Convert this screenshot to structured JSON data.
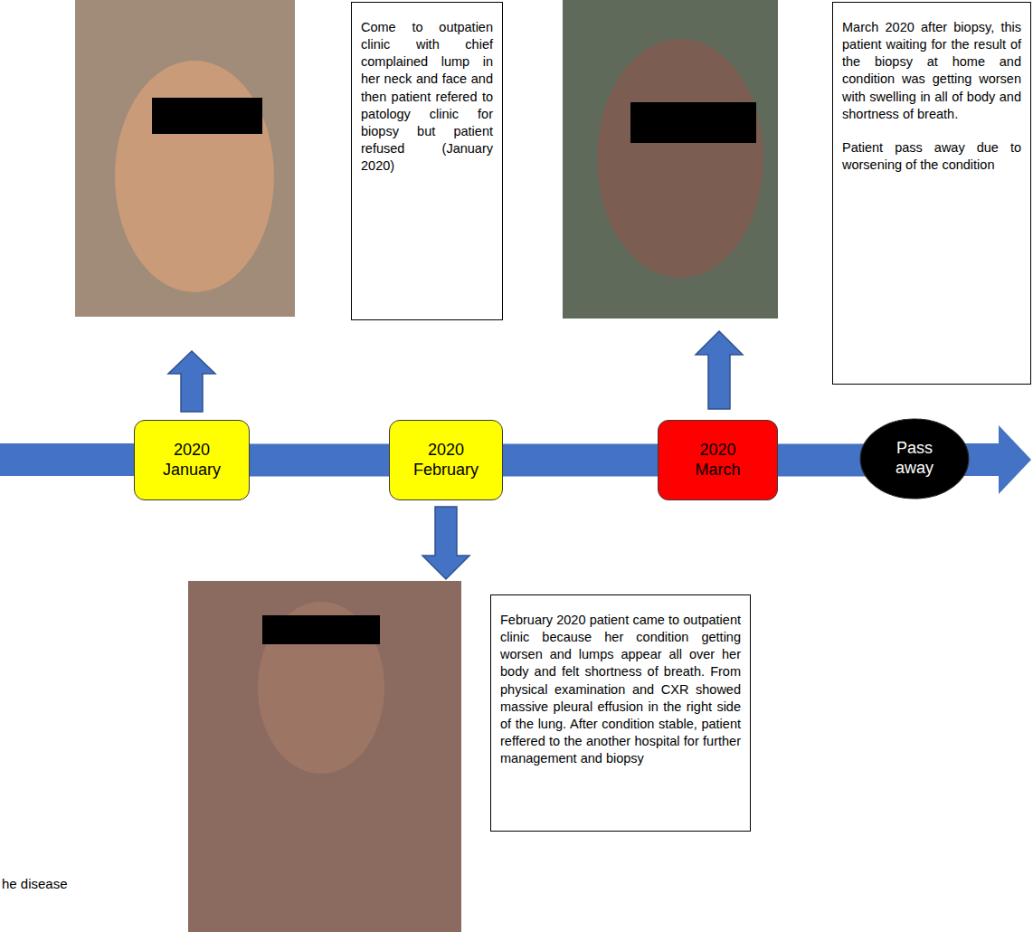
{
  "diagram": {
    "nodes": [
      {
        "text": [
          "Come to outpatien clinic with chief complained lump in her neck and face and then patient refered to patology clinic for biopsy but patient refused (January 2020)"
        ]
      },
      {
        "text": [
          "March 2020 after biopsy, this patient waiting for the result of the biopsy at home and condition was getting worsen with swelling in all of body and shortness of breath.",
          "Patient pass away due to worsening of the condition"
        ]
      },
      {
        "text": [
          "2020 January"
        ]
      },
      {
        "text": [
          "2020 February"
        ]
      },
      {
        "text": [
          "2020 March"
        ]
      },
      {
        "text": [
          "Pass away"
        ]
      },
      {
        "text": [
          "February 2020 patient came to outpatient clinic because her condition getting worsen and lumps appear all over her body and felt shortness of breath. From physical examination and CXR showed massive pleural effusion in the right side of the lung. After condition stable, patient reffered to the another hospital for further management and biopsy"
        ]
      }
    ],
    "edges": [
      {
        "from": 2,
        "to": 3,
        "arrow": "none"
      },
      {
        "from": 3,
        "to": 4,
        "arrow": "none"
      },
      {
        "from": 4,
        "to": 5,
        "arrow": "none"
      }
    ],
    "labels": [
      "he disease"
    ]
  }
}
